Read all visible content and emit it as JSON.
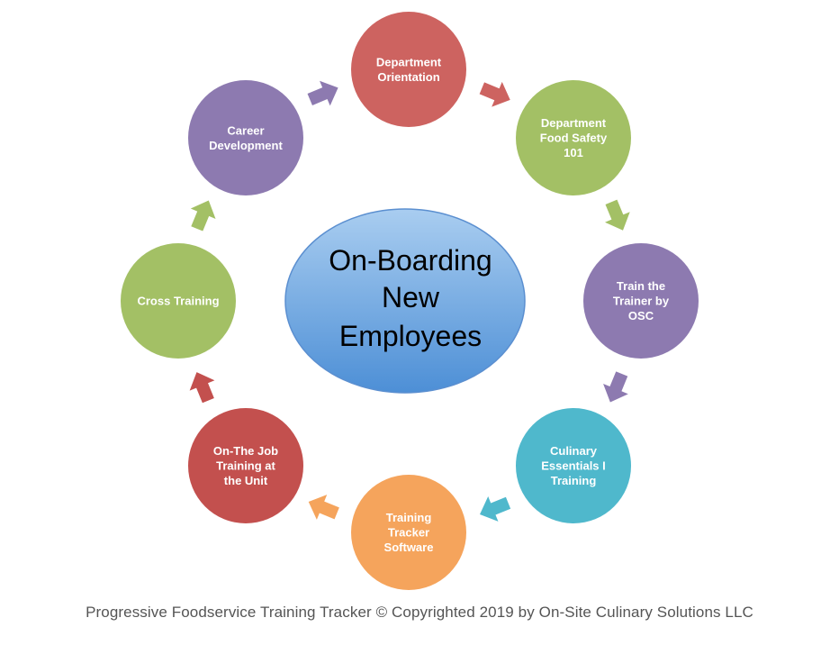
{
  "center": {
    "lines": [
      "On-Boarding",
      "New",
      "Employees"
    ]
  },
  "nodes": [
    {
      "id": "department-orientation",
      "lines": [
        "Department",
        "Orientation"
      ],
      "color": "#cd6360"
    },
    {
      "id": "department-food-safety-101",
      "lines": [
        "Department",
        "Food Safety",
        "101"
      ],
      "color": "#a3c065"
    },
    {
      "id": "train-the-trainer-by-osc",
      "lines": [
        "Train the",
        "Trainer by",
        "OSC"
      ],
      "color": "#8d7ab0"
    },
    {
      "id": "culinary-essentials-i-training",
      "lines": [
        "Culinary",
        "Essentials I",
        "Training"
      ],
      "color": "#4fb8cc"
    },
    {
      "id": "training-tracker-software",
      "lines": [
        "Training",
        "Tracker",
        "Software"
      ],
      "color": "#f5a45c"
    },
    {
      "id": "on-the-job-training-at-the-unit",
      "lines": [
        "On-The Job",
        "Training at",
        "the Unit"
      ],
      "color": "#c3504e"
    },
    {
      "id": "cross-training",
      "lines": [
        "Cross Training"
      ],
      "color": "#a3c065"
    },
    {
      "id": "career-development",
      "lines": [
        "Career",
        "Development"
      ],
      "color": "#8d7ab0"
    }
  ],
  "arrows": [
    {
      "from": "career-development",
      "to": "department-orientation",
      "color": "#8d7ab0"
    },
    {
      "from": "department-orientation",
      "to": "department-food-safety-101",
      "color": "#cd6360"
    },
    {
      "from": "department-food-safety-101",
      "to": "train-the-trainer-by-osc",
      "color": "#a3c065"
    },
    {
      "from": "train-the-trainer-by-osc",
      "to": "culinary-essentials-i-training",
      "color": "#8d7ab0"
    },
    {
      "from": "culinary-essentials-i-training",
      "to": "training-tracker-software",
      "color": "#4fb8cc"
    },
    {
      "from": "training-tracker-software",
      "to": "on-the-job-training-at-the-unit",
      "color": "#f5a45c"
    },
    {
      "from": "on-the-job-training-at-the-unit",
      "to": "cross-training",
      "color": "#c3504e"
    },
    {
      "from": "cross-training",
      "to": "career-development",
      "color": "#a3c065"
    }
  ],
  "footer": {
    "text": "Progressive Foodservice Training Tracker © Copyrighted 2019 by On-Site Culinary Solutions LLC"
  }
}
